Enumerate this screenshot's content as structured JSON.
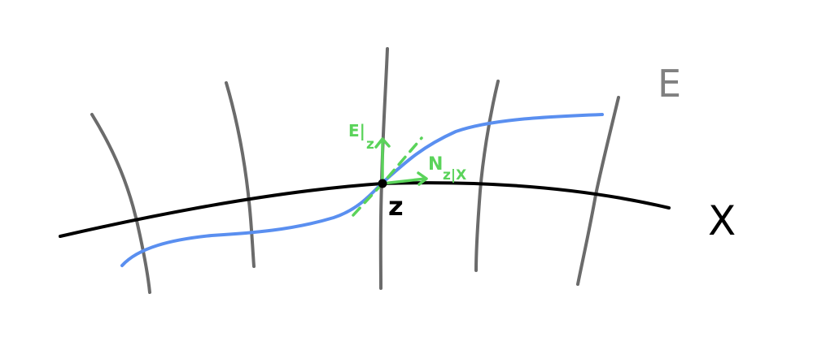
{
  "labels": {
    "total_space": "E",
    "base_space": "X",
    "point": "z",
    "vertical_fiber": "E|",
    "vertical_fiber_sub": "z",
    "normal": "N",
    "normal_sub": "z|X"
  },
  "colors": {
    "fibers": "#6b6b6b",
    "base": "#000000",
    "section": "#5a8ff0",
    "tangent": "#5ad35a",
    "label_gray": "#808080"
  }
}
